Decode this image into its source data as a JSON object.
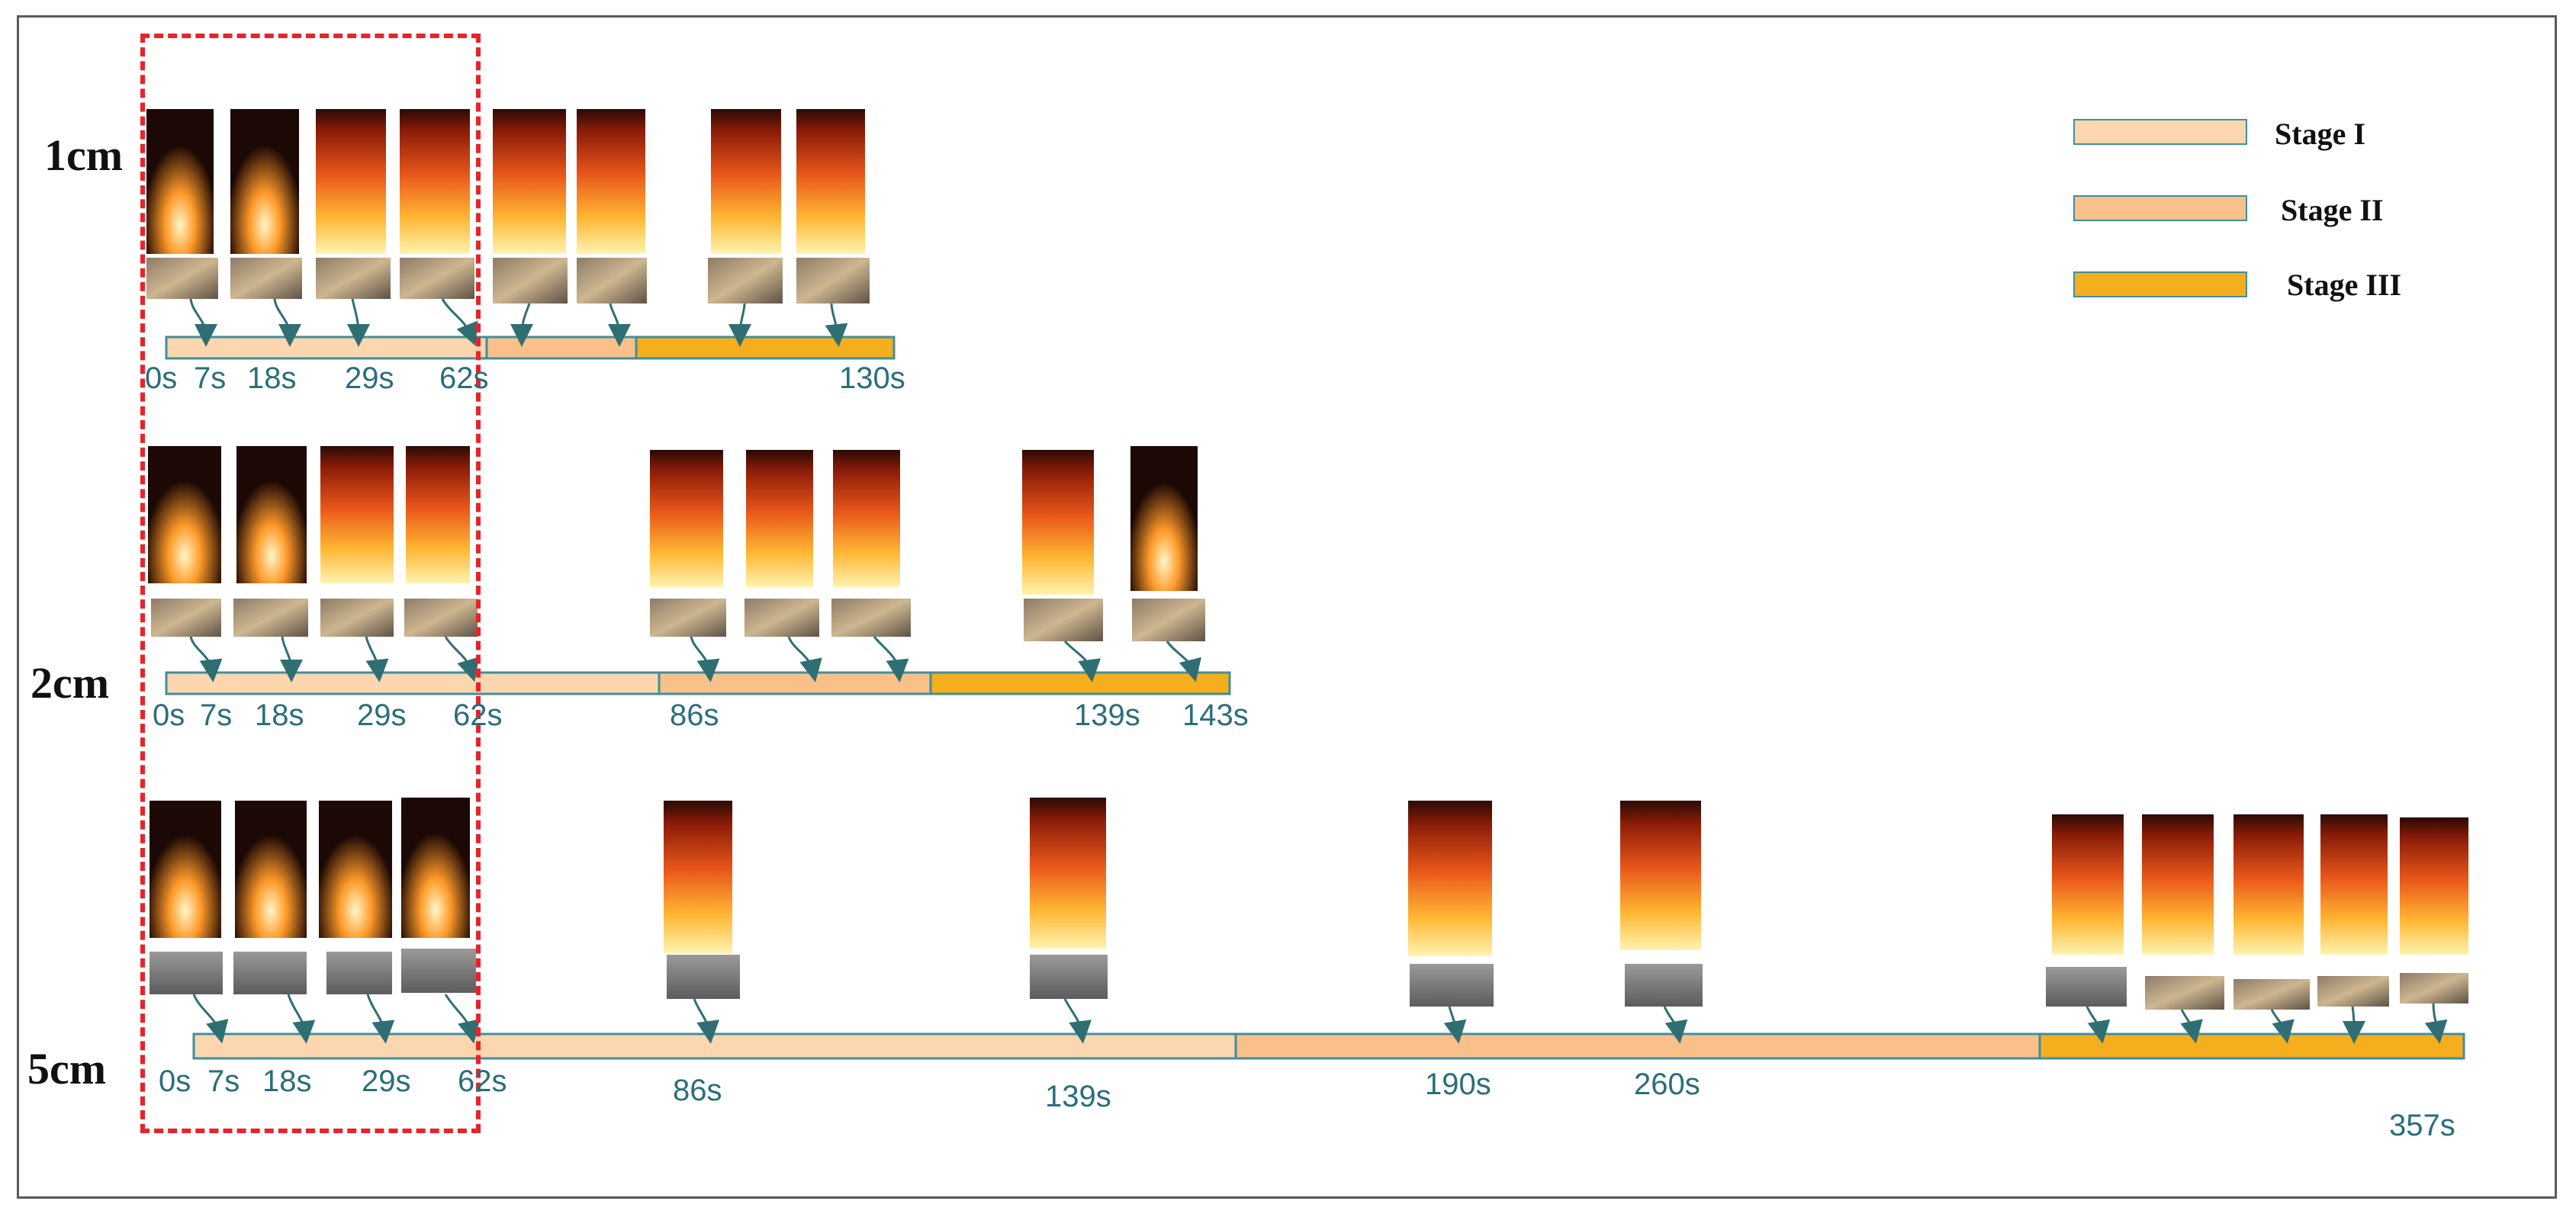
{
  "colors": {
    "stage1": "#fcd6ae",
    "stage2": "#f9c08a",
    "stage3": "#f5ae1e",
    "bar_border": "#3e8fa0",
    "dashed_box": "#e8232a",
    "tick_text": "#2a6e7c"
  },
  "legend": {
    "stage1": "Stage I",
    "stage2": "Stage II",
    "stage3": "Stage III"
  },
  "rows": [
    {
      "label": "1cm",
      "ticks": [
        "0s",
        "7s",
        "18s",
        "29s",
        "62s",
        "130s"
      ]
    },
    {
      "label": "2cm",
      "ticks": [
        "0s",
        "7s",
        "18s",
        "29s",
        "62s",
        "86s",
        "139s",
        "143s"
      ]
    },
    {
      "label": "5cm",
      "ticks": [
        "0s",
        "7s",
        "18s",
        "29s",
        "62s",
        "86s",
        "139s",
        "190s",
        "260s",
        "357s"
      ]
    }
  ]
}
